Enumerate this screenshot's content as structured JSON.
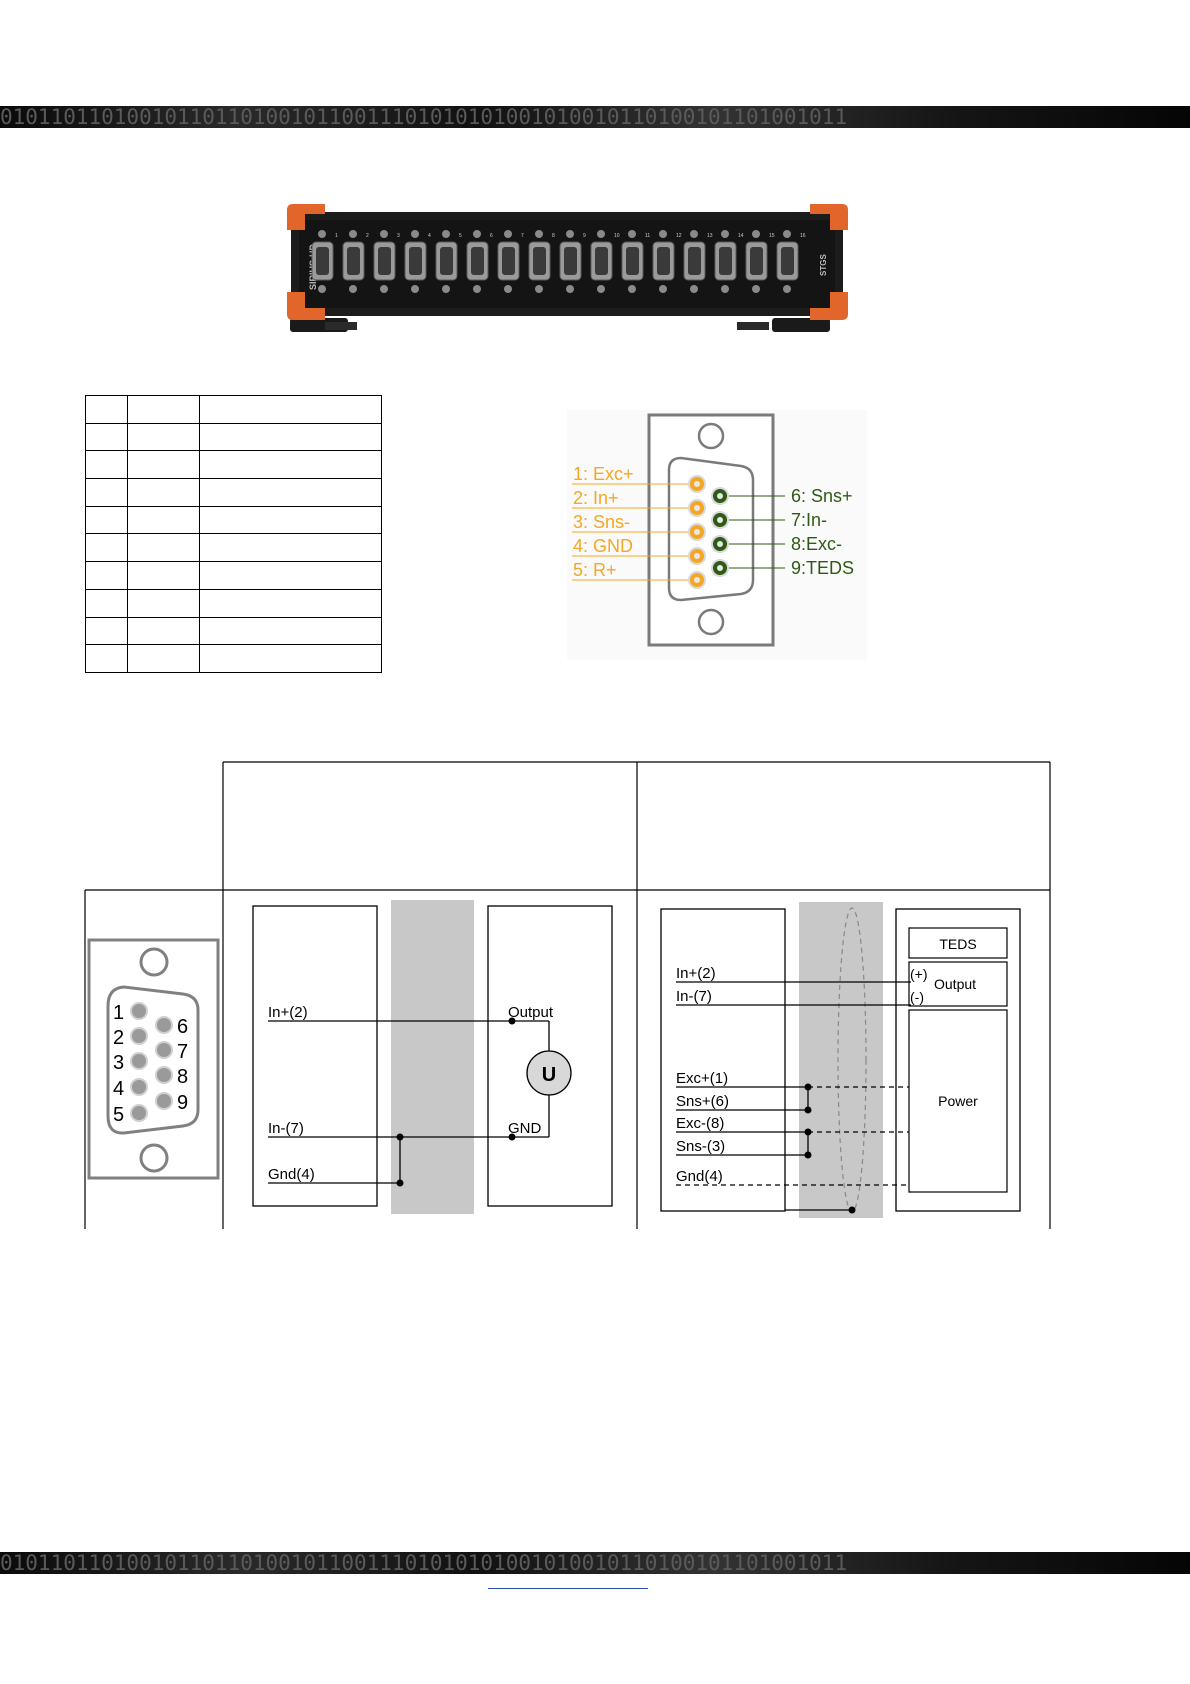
{
  "header_band": {
    "pattern": "0101101101001011011010010110011101010101001010010110100101101001011"
  },
  "footer_band": {
    "pattern": "0101101101001011011010010110011101010101001010010110100101101001011"
  },
  "device": {
    "side_label_left": "SIRIUS-HD",
    "side_label_right": "STGS",
    "channels": [
      "1",
      "2",
      "3",
      "4",
      "5",
      "6",
      "7",
      "8",
      "9",
      "10",
      "11",
      "12",
      "13",
      "14",
      "15",
      "16"
    ],
    "colors": {
      "body": "#1c1c1c",
      "corner": "#e2662b"
    }
  },
  "pin_table": {
    "rows": [
      [
        "",
        "",
        ""
      ],
      [
        "",
        "",
        ""
      ],
      [
        "",
        "",
        ""
      ],
      [
        "",
        "",
        ""
      ],
      [
        "",
        "",
        ""
      ],
      [
        "",
        "",
        ""
      ],
      [
        "",
        "",
        ""
      ],
      [
        "",
        "",
        ""
      ],
      [
        "",
        "",
        ""
      ],
      [
        "",
        "",
        ""
      ]
    ]
  },
  "pinout": {
    "left_pins": [
      "1: Exc+",
      "2: In+",
      "3: Sns-",
      "4: GND",
      "5: R+"
    ],
    "right_pins": [
      "6: Sns+",
      "7:In-",
      "8:Exc-",
      "9:TEDS"
    ],
    "colors": {
      "left": "#f5a623",
      "right": "#2f5a14"
    }
  },
  "wiring": {
    "connector_numbers_left": [
      "1",
      "2",
      "3",
      "4",
      "5"
    ],
    "connector_numbers_right": [
      "6",
      "7",
      "8",
      "9"
    ],
    "voltage": {
      "in_plus": "In+(2)",
      "in_minus": "In-(7)",
      "gnd": "Gnd(4)",
      "output": "Output",
      "sensor_gnd": "GND",
      "source_symbol": "U"
    },
    "bridge": {
      "in_plus": "In+(2)",
      "in_minus": "In-(7)",
      "exc_plus": "Exc+(1)",
      "sns_plus": "Sns+(6)",
      "exc_minus": "Exc-(8)",
      "sns_minus": "Sns-(3)",
      "gnd": "Gnd(4)",
      "teds": "TEDS",
      "output": "Output",
      "plus": "(+)",
      "minus": "(-)",
      "power": "Power"
    }
  }
}
